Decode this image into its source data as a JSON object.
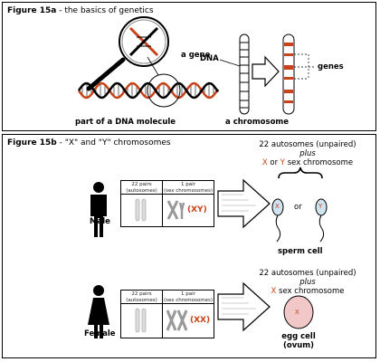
{
  "fig_a": {
    "title_prefix": "Figure 15a",
    "title_rest": "  - the basics of genetics",
    "gene_label": "a gene",
    "dna_label": "DNA",
    "genes_label": "genes",
    "dna_caption": "part of a DNA molecule",
    "chromosome_caption": "a chromosome"
  },
  "fig_b": {
    "title_prefix": "Figure 15b",
    "title_rest": "  - \"X\" and \"Y\" chromosomes",
    "male": {
      "label": "Male",
      "pairs_header": "22 pairs\n(autosomes)",
      "sex_header": "1 pair\n(sex chromosomes)",
      "sex_pair": "(XY)",
      "autosomes_line": "22 autosomes (unpaired)",
      "plus": "plus",
      "x_letter": "X",
      "or_word": " or ",
      "y_letter": "Y",
      "sex_chrom_suffix": " sex chromosome",
      "sperm_x": "X",
      "sperm_y": "Y",
      "or_between": "or",
      "cell_label": "sperm cell"
    },
    "female": {
      "label": "Female",
      "pairs_header": "22 pairs\n(autosomes)",
      "sex_header": "1 pair\n(sex chromosomes)",
      "sex_pair": "(XX)",
      "autosomes_line": "22 autosomes (unpaired)",
      "plus": "plus",
      "x_letter": "X",
      "sex_chrom_suffix": " sex chromosome",
      "egg_x": "X",
      "cell_label_1": "egg cell",
      "cell_label_2": "(ovum)"
    }
  },
  "colors": {
    "accent": "#c8431a",
    "egg_fill": "#f2c7c7",
    "sperm_head": "#cfe3f0"
  }
}
